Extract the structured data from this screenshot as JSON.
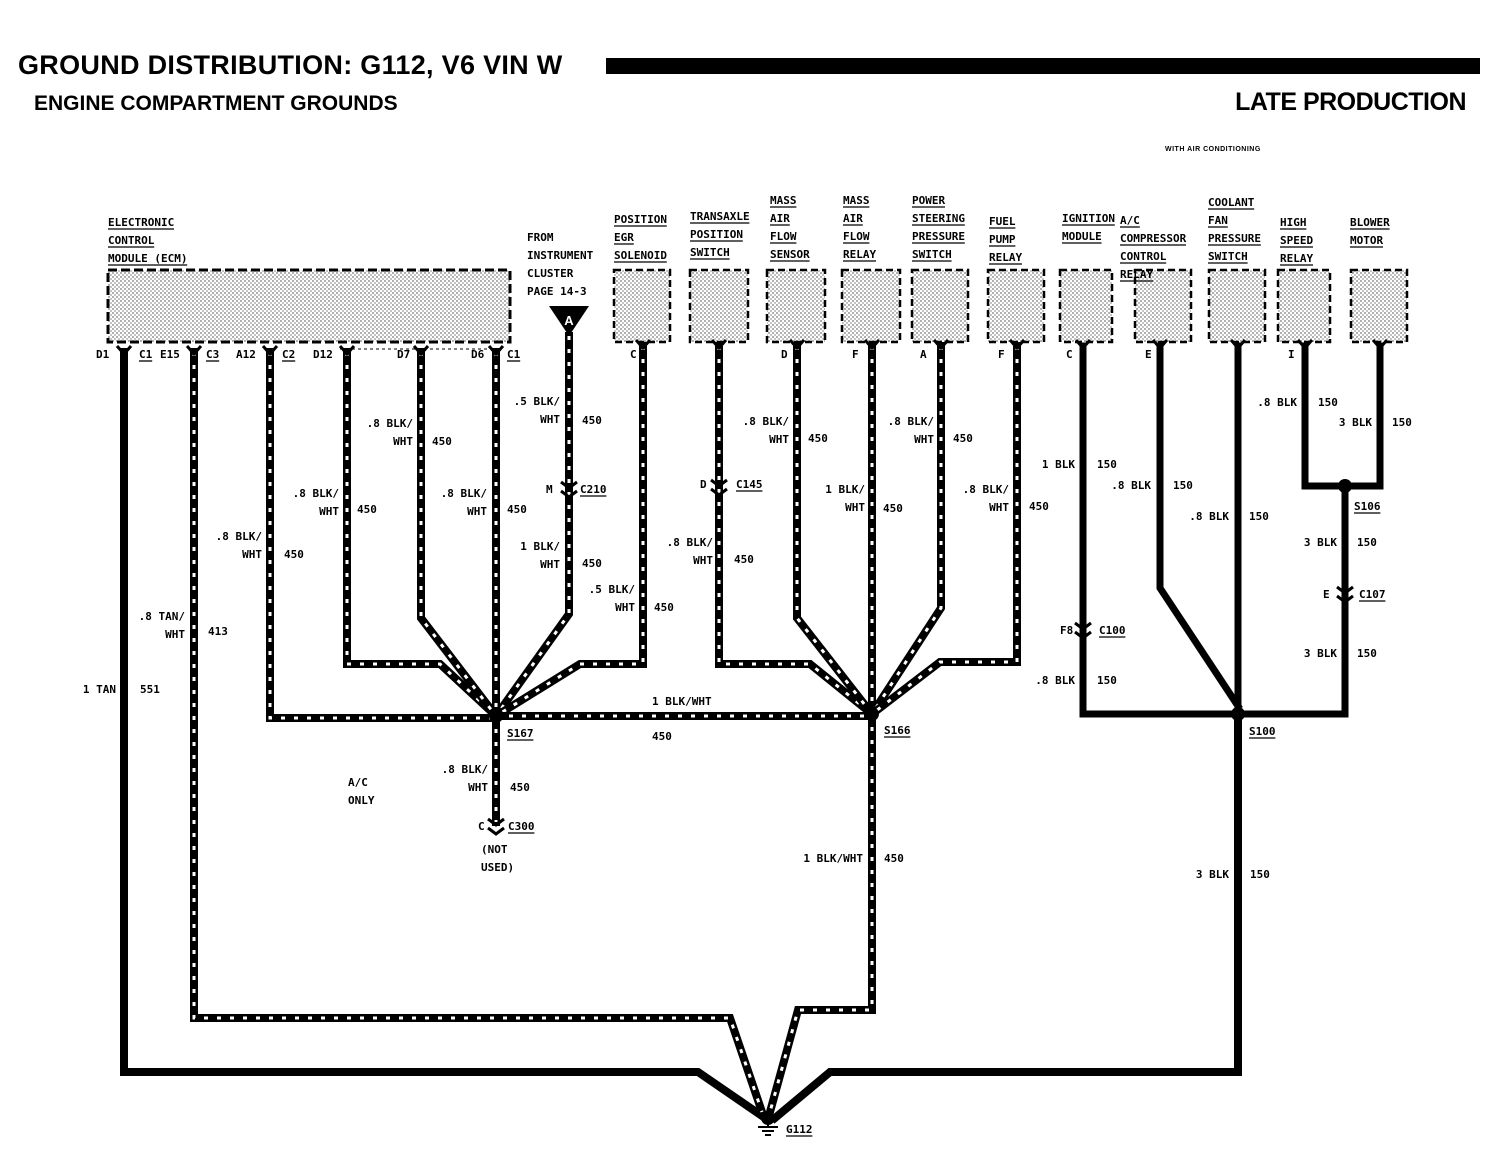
{
  "header": {
    "title": "GROUND DISTRIBUTION: G112, V6 VIN W",
    "subtitle": "ENGINE COMPARTMENT GROUNDS",
    "production": "LATE PRODUCTION",
    "ac_note": "WITH AIR CONDITIONING"
  },
  "components": [
    {
      "id": "ecm",
      "lines": [
        "ELECTRONIC",
        "CONTROL",
        "MODULE (ECM)"
      ]
    },
    {
      "id": "instrument",
      "lines": [
        "FROM",
        "INSTRUMENT",
        "CLUSTER",
        "PAGE 14-3"
      ]
    },
    {
      "id": "egr",
      "lines": [
        "POSITION",
        "EGR",
        "SOLENOID"
      ]
    },
    {
      "id": "tps",
      "lines": [
        "TRANSAXLE",
        "POSITION",
        "SWITCH"
      ]
    },
    {
      "id": "maf",
      "lines": [
        "MASS",
        "AIR",
        "FLOW",
        "SENSOR"
      ]
    },
    {
      "id": "mafr",
      "lines": [
        "MASS",
        "AIR",
        "FLOW",
        "RELAY"
      ]
    },
    {
      "id": "psp",
      "lines": [
        "POWER",
        "STEERING",
        "PRESSURE",
        "SWITCH"
      ]
    },
    {
      "id": "fpr",
      "lines": [
        "FUEL",
        "PUMP",
        "RELAY"
      ]
    },
    {
      "id": "ignmod",
      "lines": [
        "IGNITION",
        "MODULE",
        ""
      ]
    },
    {
      "id": "accr",
      "lines": [
        "A/C",
        "COMPRESSOR",
        "CONTROL",
        "RELAY"
      ]
    },
    {
      "id": "coolant",
      "lines": [
        "COOLANT",
        "FAN",
        "PRESSURE",
        "SWITCH"
      ]
    },
    {
      "id": "fanrelay",
      "lines": [
        "HIGH",
        "SPEED",
        "RELAY"
      ]
    },
    {
      "id": "blower",
      "lines": [
        "BLOWER",
        "MOTOR",
        ""
      ]
    }
  ],
  "ecm_pins": [
    {
      "pin": "D1",
      "conn": "C1"
    },
    {
      "pin": "E15",
      "conn": "C3"
    },
    {
      "pin": "A12",
      "conn": "C2"
    },
    {
      "pin": "D12",
      "conn": ""
    },
    {
      "pin": "D7",
      "conn": ""
    },
    {
      "pin": "D6",
      "conn": "C1"
    }
  ],
  "pins": {
    "egr": "C",
    "tps": "",
    "maf": "D",
    "mafr": "F",
    "psp": "A",
    "fpr": "F",
    "ignmod": "C",
    "accr": "E",
    "coolant": "",
    "fanrelay": "I",
    "blower": ""
  },
  "instrument_arrow": "A",
  "wires": {
    "w551": {
      "gauge": "1 TAN",
      "circuit": "551"
    },
    "w413": {
      "gauge": ".8 TAN/\nWHT",
      "circuit": "413"
    },
    "w450_a12": {
      "gauge": ".8 BLK/\nWHT",
      "circuit": "450"
    },
    "w450_d12": {
      "gauge": ".8 BLK/\nWHT",
      "circuit": "450"
    },
    "w450_d7": {
      "gauge": ".8 BLK/\nWHT",
      "circuit": "450"
    },
    "w450_d6": {
      "gauge": ".8 BLK/\nWHT",
      "circuit": "450"
    },
    "w450_inst_top": {
      "gauge": ".5 BLK/\nWHT",
      "circuit": "450"
    },
    "w450_inst_bot": {
      "gauge": "1 BLK/\nWHT",
      "circuit": "450"
    },
    "w450_egr": {
      "gauge": ".5 BLK/\nWHT",
      "circuit": "450"
    },
    "w450_tps": {
      "gauge": ".8 BLK/\nWHT",
      "circuit": "450"
    },
    "w450_maf": {
      "gauge": ".8 BLK/\nWHT",
      "circuit": "450"
    },
    "w450_mafr": {
      "gauge": "1 BLK/\nWHT",
      "circuit": "450"
    },
    "w450_psp": {
      "gauge": ".8 BLK/\nWHT",
      "circuit": "450"
    },
    "w450_fpr": {
      "gauge": ".8 BLK/\nWHT",
      "circuit": "450"
    },
    "w450_link": {
      "gauge": "1 BLK/WHT",
      "circuit": "450"
    },
    "w450_ac": {
      "gauge": ".8 BLK/\nWHT",
      "circuit": "450"
    },
    "w450_down": {
      "gauge": "1 BLK/WHT",
      "circuit": "450"
    },
    "w150_ign": {
      "gauge": "1 BLK",
      "circuit": "150"
    },
    "w150_ign_low": {
      "gauge": ".8 BLK",
      "circuit": "150"
    },
    "w150_accr": {
      "gauge": ".8 BLK",
      "circuit": "150"
    },
    "w150_cool": {
      "gauge": ".8 BLK",
      "circuit": "150"
    },
    "w150_fan": {
      "gauge": ".8 BLK",
      "circuit": "150"
    },
    "w150_blow": {
      "gauge": "3 BLK",
      "circuit": "150"
    },
    "w150_s2a": {
      "gauge": "3 BLK",
      "circuit": "150"
    },
    "w150_s2b": {
      "gauge": "3 BLK",
      "circuit": "150"
    },
    "w150_down": {
      "gauge": "3 BLK",
      "circuit": "150"
    }
  },
  "connectors": {
    "c210": {
      "pin": "M",
      "name": "C210"
    },
    "c145": {
      "pin": "D",
      "name": "C145"
    },
    "c300": {
      "pin": "C",
      "name": "C300"
    },
    "c100": {
      "pin": "F8",
      "name": "C100"
    },
    "c107": {
      "pin": "E",
      "name": "C107"
    }
  },
  "splices": {
    "s167": "S167",
    "s166": "S166",
    "s2": "S106",
    "s3": "S100"
  },
  "notes": {
    "ac_only": "A/C\nONLY",
    "not_used": "(NOT\nUSED)"
  },
  "ground": "G112"
}
